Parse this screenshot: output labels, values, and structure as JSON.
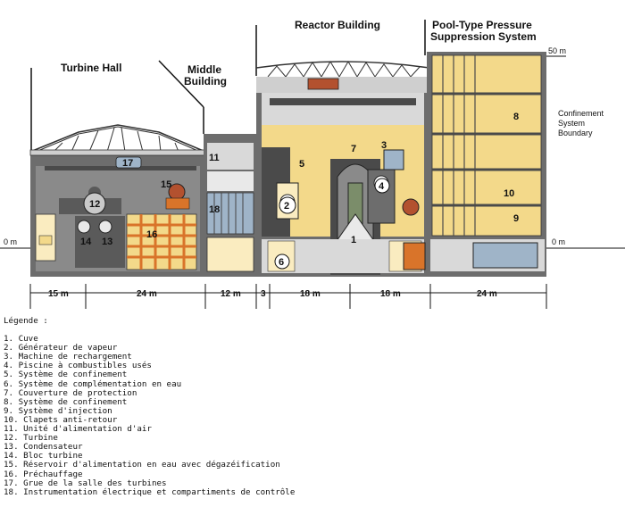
{
  "headers": {
    "turbine_hall": "Turbine Hall",
    "middle_building": [
      "Middle",
      "Building"
    ],
    "reactor_building": "Reactor Building",
    "pool_type": [
      "Pool-Type Pressure",
      "Suppression System"
    ],
    "confinement": [
      "Confinement",
      "System",
      "Boundary"
    ]
  },
  "levels": {
    "top": "50 m",
    "zero_left": "0 m",
    "zero_right": "0 m"
  },
  "dimensions": [
    "15 m",
    "24 m",
    "12 m",
    "3",
    "18 m",
    "18 m",
    "24 m"
  ],
  "numbers": [
    "1",
    "2",
    "3",
    "4",
    "5",
    "6",
    "7",
    "8",
    "9",
    "10",
    "11",
    "12",
    "13",
    "14",
    "15",
    "16",
    "17",
    "18"
  ],
  "legend": {
    "title": "Légende :",
    "items": [
      "1. Cuve",
      "2. Générateur de vapeur",
      "3. Machine de rechargement",
      "4. Piscine à combustibles usés",
      "5. Système de confinement",
      "6. Système de complémentation en eau",
      "7. Couverture de protection",
      "8. Système de confinement",
      "9. Système d'injection",
      "10. Clapets anti-retour",
      "11. Unité d'alimentation d'air",
      "12. Turbine",
      "13. Condensateur",
      "14. Bloc turbine",
      "15. Réservoir d'alimentation en eau avec dégazéification",
      "16. Préchauffage",
      "17. Grue de la salle des turbines",
      "18. Instrumentation électrique et compartiments de contrôle"
    ]
  },
  "colors": {
    "concrete": "#6d6d6d",
    "dark_concrete": "#4a4a4a",
    "wall_light": "#d9d9d9",
    "pool_yellow": "#f3d98a",
    "pale_yellow": "#faecc0",
    "orange": "#d9742a",
    "blue_gray": "#9fb4c8",
    "red_brown": "#b3512f"
  }
}
